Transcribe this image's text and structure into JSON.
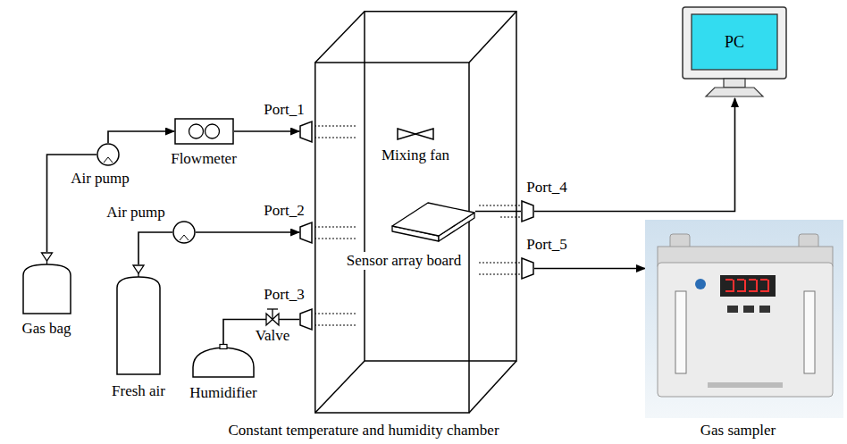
{
  "diagram": {
    "nodes": [
      {
        "text": [
          "Gas bag"
        ]
      },
      {
        "text": [
          "Air pump"
        ]
      },
      {
        "text": [
          "Flowmeter"
        ]
      },
      {
        "text": [
          "Port_1"
        ]
      },
      {
        "text": [
          "Fresh air"
        ]
      },
      {
        "text": [
          "Air pump"
        ]
      },
      {
        "text": [
          "Port_2"
        ]
      },
      {
        "text": [
          "Humidifier"
        ]
      },
      {
        "text": [
          "Port_3"
        ]
      },
      {
        "text": [
          "Constant temperature and humidity chamber"
        ]
      },
      {
        "text": [
          "Sensor array board"
        ],
        "in": 9
      },
      {
        "text": [
          "Port_4"
        ]
      },
      {
        "text": [
          "PC"
        ]
      },
      {
        "text": [
          "Port_5"
        ]
      },
      {
        "text": [
          "Gas sampler"
        ]
      }
    ],
    "edges": [
      {
        "from": 0,
        "to": 1,
        "arrow": "none"
      },
      {
        "from": 1,
        "to": 2,
        "arrow": "to"
      },
      {
        "from": 2,
        "to": 3,
        "arrow": "to"
      },
      {
        "from": 4,
        "to": 5,
        "arrow": "none"
      },
      {
        "from": 5,
        "to": 6,
        "arrow": "to"
      },
      {
        "from": 7,
        "to": 8,
        "arrow": "none"
      },
      {
        "from": 10,
        "to": 11,
        "arrow": "none"
      },
      {
        "from": 11,
        "to": 12,
        "arrow": "to"
      },
      {
        "from": 13,
        "to": 14,
        "arrow": "to"
      }
    ],
    "labels": [
      "Mixing fan",
      "Valve"
    ]
  }
}
